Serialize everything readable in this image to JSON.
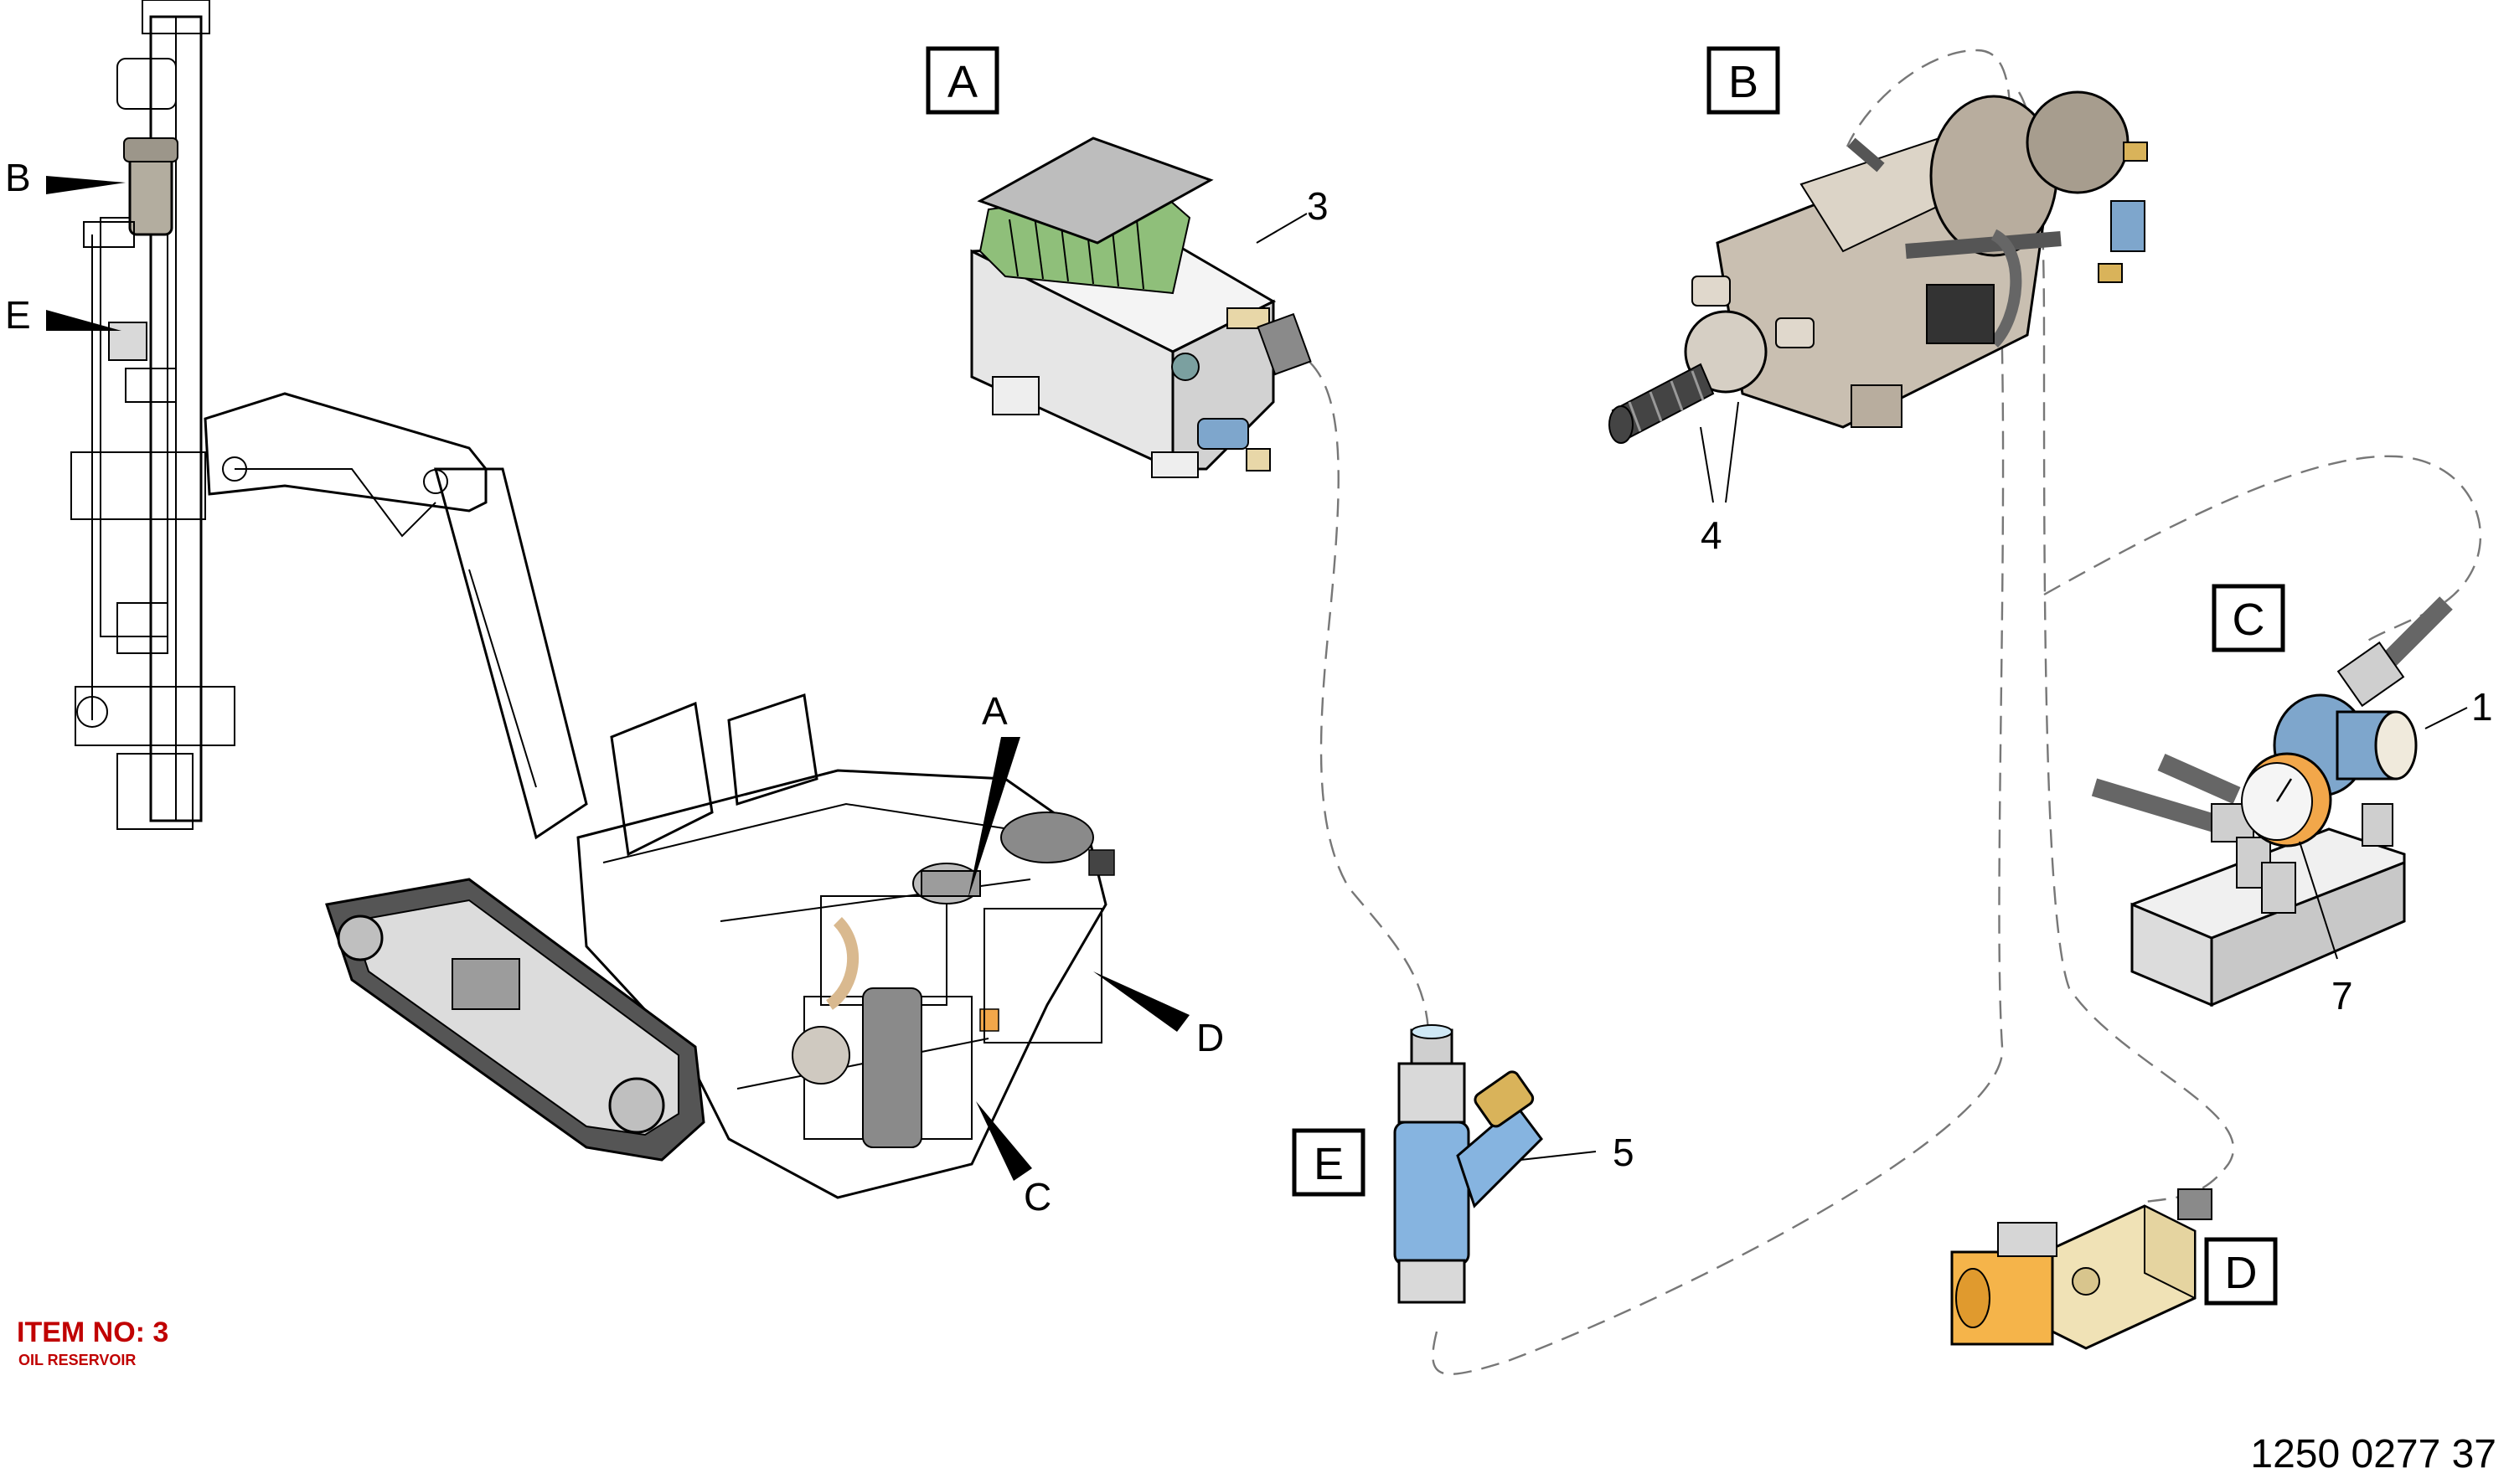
{
  "detail_labels": {
    "A": "A",
    "B": "B",
    "C": "C",
    "D": "D",
    "E": "E"
  },
  "machine_markers": {
    "B": "B",
    "E": "E",
    "A": "A",
    "D": "D",
    "C": "C"
  },
  "callouts": {
    "c1": "1",
    "c3": "3",
    "c4": "4",
    "c5": "5",
    "c7": "7"
  },
  "item_note": {
    "title": "ITEM NO: 3",
    "subtitle": "OIL RESERVOIR"
  },
  "document_number": "1250 0277 37",
  "colors": {
    "reservoir_green": "#8fbf7a",
    "valve_blue": "#7ea6cc",
    "filter_blue": "#86b4e0",
    "gauge_orange": "#f2a74a",
    "solenoid_orange": "#f5b44a",
    "motor_taupe": "#c9bfb1",
    "item_red": "#c00000"
  }
}
